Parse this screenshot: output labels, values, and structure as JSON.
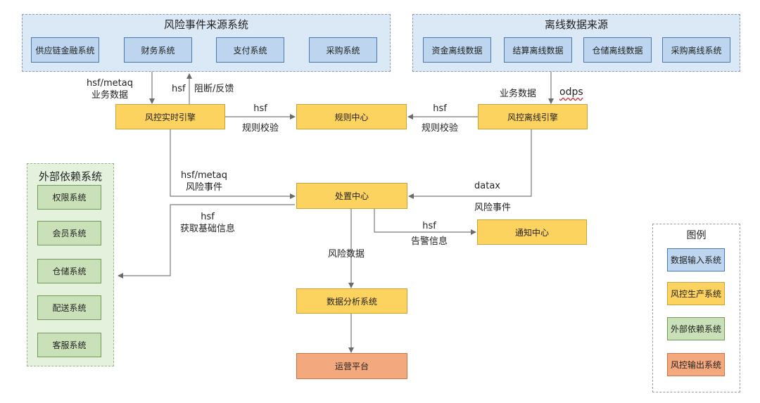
{
  "groups": {
    "risk_sources": {
      "title": "风险事件来源系统",
      "items": [
        "供应链金融系统",
        "财务系统",
        "支付系统",
        "采购系统"
      ]
    },
    "offline_sources": {
      "title": "离线数据来源",
      "items": [
        "资金离线数据",
        "结算离线数据",
        "仓储离线数据",
        "采购离线系统"
      ]
    },
    "external": {
      "title": "外部依赖系统",
      "items": [
        "权限系统",
        "会员系统",
        "仓储系统",
        "配送系统",
        "客服系统"
      ]
    },
    "legend": {
      "title": "图例",
      "items": [
        "数据输入系统",
        "风控生产系统",
        "外部依赖系统",
        "风控输出系统"
      ]
    }
  },
  "nodes": {
    "realtime_engine": "风控实时引擎",
    "rule_center": "规则中心",
    "offline_engine": "风控离线引擎",
    "handling_center": "处置中心",
    "notify_center": "通知中心",
    "data_analysis": "数据分析系统",
    "ops_platform": "运营平台"
  },
  "edges": {
    "src_to_rt_line1": "hsf/metaq",
    "src_to_rt_line2": "业务数据",
    "rt_to_src_hsf": "hsf",
    "rt_to_src_text": "阻断/反馈",
    "rt_to_rule_top": "hsf",
    "rt_to_rule_bottom": "规则校验",
    "off_to_rule_top": "hsf",
    "off_to_rule_bottom": "规则校验",
    "offsrc_to_off_text": "业务数据",
    "offsrc_to_off_odps": "odps",
    "rt_to_handle_line1": "hsf/metaq",
    "rt_to_handle_line2": "风险事件",
    "off_to_handle_top": "datax",
    "off_to_handle_bottom": "风险事件",
    "handle_to_ext_line1": "hsf",
    "handle_to_ext_line2": "获取基础信息",
    "handle_to_notify_top": "hsf",
    "handle_to_notify_bottom": "告警信息",
    "handle_to_analysis": "风险数据"
  }
}
